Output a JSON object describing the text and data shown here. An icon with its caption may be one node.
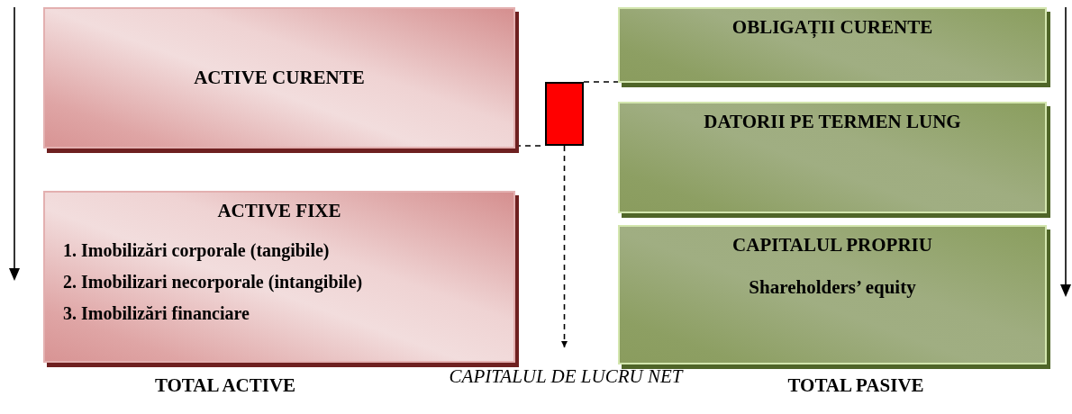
{
  "diagram": {
    "nodes": [
      {
        "text": [
          "ACTIVE CURENTE"
        ]
      },
      {
        "text": [
          "ACTIVE FIXE",
          "1. Imobilizări corporale (tangibile)",
          "2. Imobilizari necorporale (intangibile)",
          "3. Imobilizări financiare"
        ]
      },
      {
        "text": [],
        "shape": "bar"
      },
      {
        "text": [
          "OBLIGAȚII CURENTE"
        ]
      },
      {
        "text": [
          "DATORII PE TERMEN LUNG"
        ]
      },
      {
        "text": [
          "CAPITALUL PROPRIU",
          "Shareholders’ equity"
        ]
      },
      {
        "text": [
          "CAPITALUL DE LUCRU NET"
        ]
      }
    ],
    "edges": [
      {
        "from": 0,
        "to": 2,
        "arrow": "none",
        "style": "dashed"
      },
      {
        "from": 2,
        "to": 3,
        "arrow": "none",
        "style": "dashed"
      },
      {
        "from": 2,
        "to": 6,
        "arrow": "to",
        "style": "dashed"
      }
    ],
    "labels": [
      "TOTAL ACTIVE",
      "TOTAL PASIVE"
    ]
  }
}
